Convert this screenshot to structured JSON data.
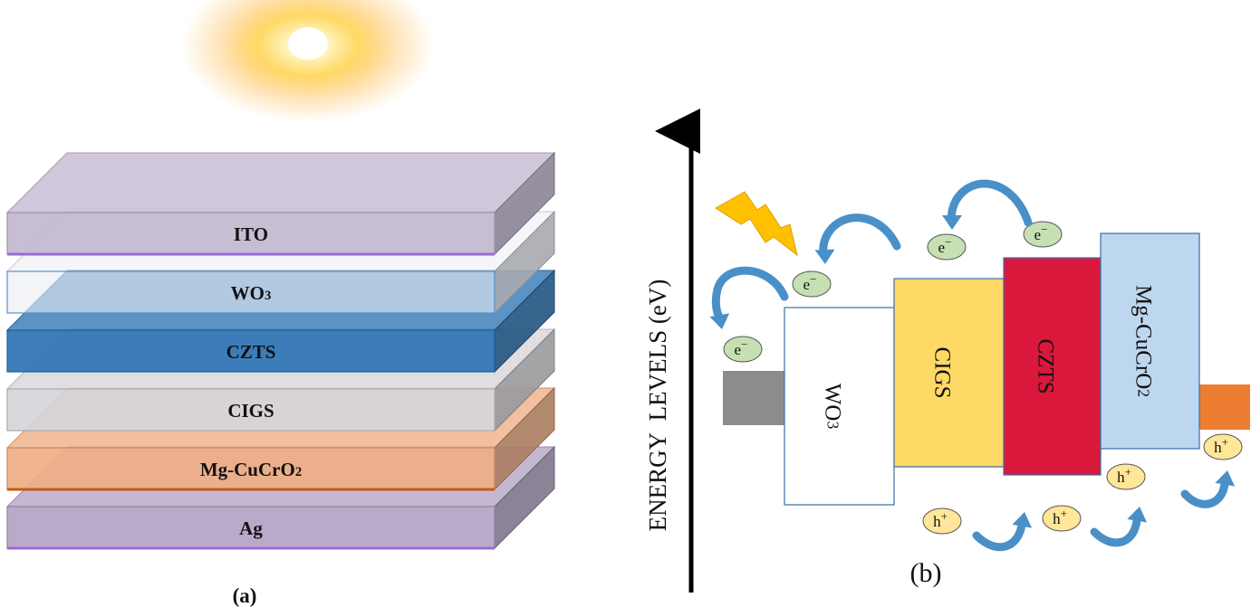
{
  "panel_a": {
    "caption": "(a)",
    "layers": [
      {
        "label": "ITO",
        "color": "#c3b8cf"
      },
      {
        "label": "WO",
        "sub": "3",
        "color": "#e9ecf3"
      },
      {
        "label": "CZTS",
        "color": "#2e74b5"
      },
      {
        "label": "CIGS",
        "color": "#d6d6da"
      },
      {
        "label": "Mg-CuCrO",
        "sub": "2",
        "color": "#efae84"
      },
      {
        "label": "Ag",
        "color": "#b3a3c5"
      }
    ]
  },
  "panel_b": {
    "caption": "(b)",
    "axis_label": "ENERGY  LEVELS (eV)",
    "bands": [
      {
        "label": "WO",
        "sub": "3",
        "color": "#ffffff"
      },
      {
        "label": "CIGS",
        "color": "#ffd966"
      },
      {
        "label": "CZTS",
        "color": "#d9183b"
      },
      {
        "label": "Mg-CuCrO",
        "sub": "2",
        "color": "#bdd7ee"
      }
    ],
    "left_contact_color": "#8c8c8c",
    "right_contact_color": "#ed7d31",
    "electron": {
      "base": "e",
      "sup": "−",
      "color": "#c6e0b4"
    },
    "hole": {
      "base": "h",
      "sup": "+",
      "color": "#ffe699"
    },
    "arrow_color": "#4a90c8",
    "lightning_color": "#ffc000"
  }
}
